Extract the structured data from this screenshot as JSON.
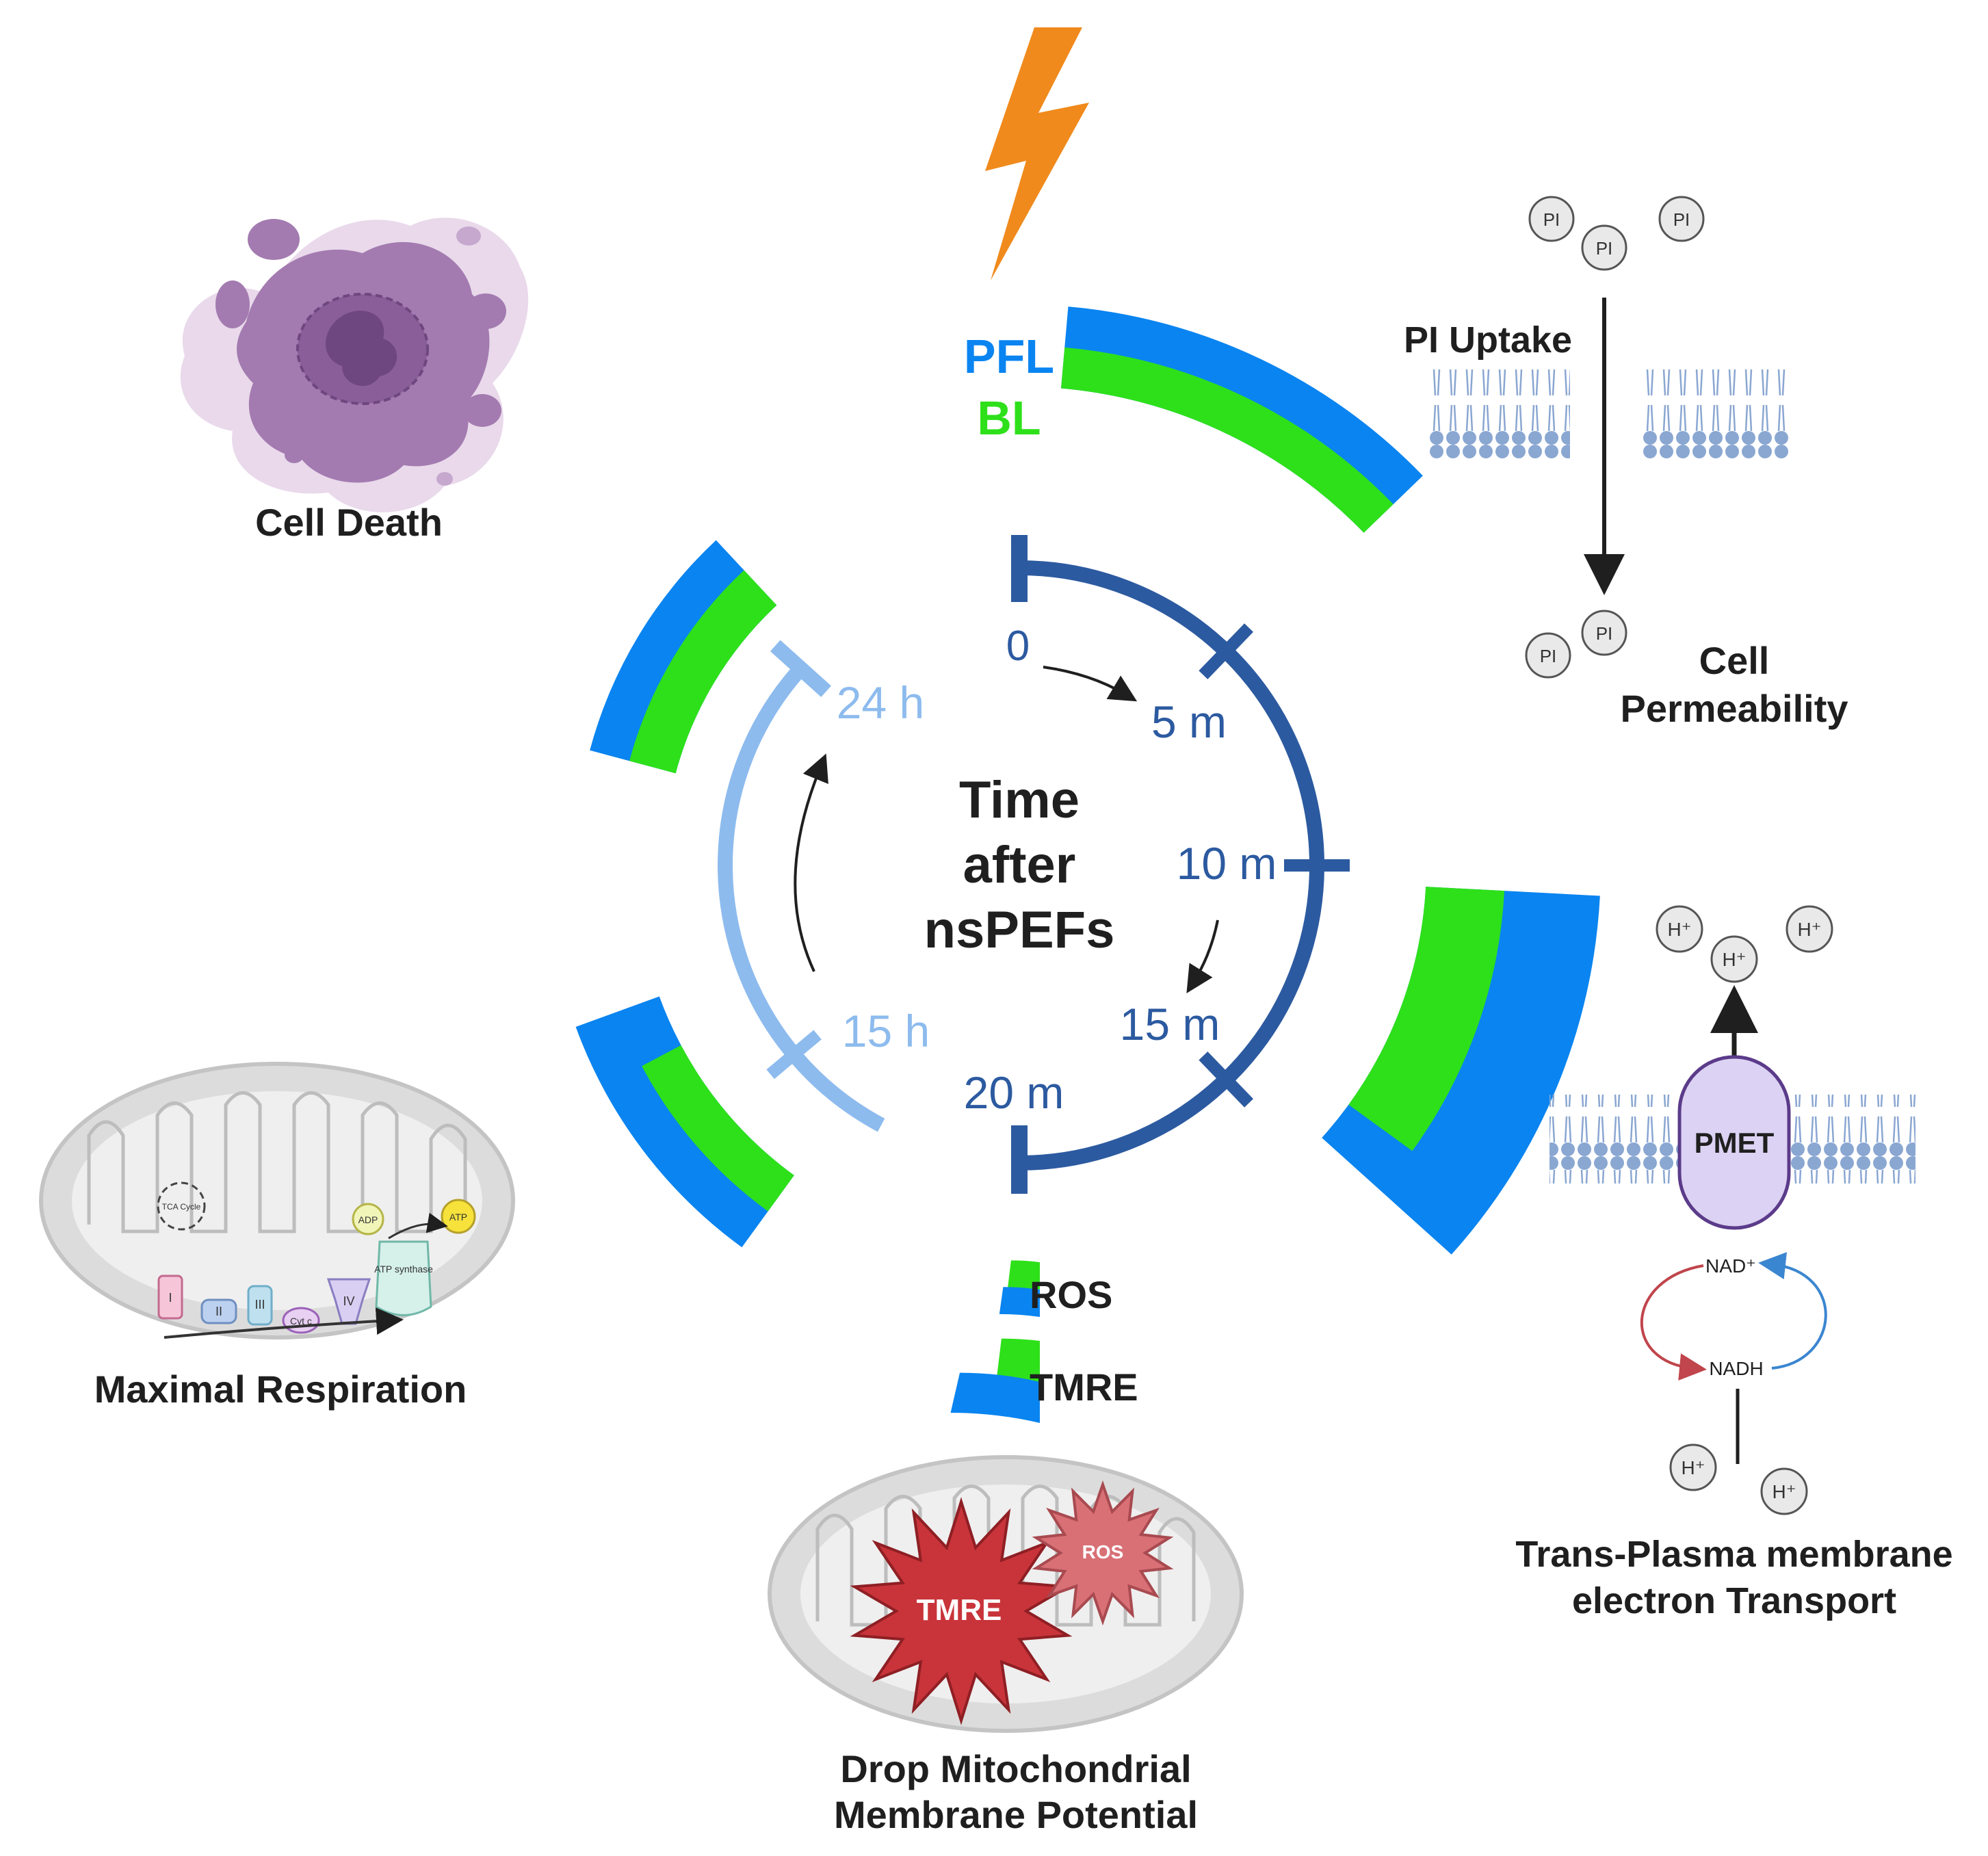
{
  "center": {
    "line1": "Time",
    "line2": "after",
    "line3": "nsPEFs"
  },
  "legend": {
    "pfl": "PFL",
    "bl": "BL"
  },
  "timeline": {
    "dark_ticks": [
      "0",
      "5 m",
      "10 m",
      "15 m",
      "20 m"
    ],
    "light_ticks": [
      "15 h",
      "24 h"
    ]
  },
  "panels": {
    "cell_death": "Cell Death",
    "pi_uptake": "PI Uptake",
    "pi_label": "PI",
    "cell_permeability_1": "Cell",
    "cell_permeability_2": "Permeability",
    "pmet": "PMET",
    "nad": "NAD⁺",
    "nadh": "NADH",
    "h_plus": "H⁺",
    "tpmet_1": "Trans-Plasma membrane",
    "tpmet_2": "electron Transport",
    "maximal_respiration": "Maximal Respiration",
    "tca_cycle": "TCA Cycle",
    "atp_synthase": "ATP synthase",
    "adp": "ADP",
    "atp": "ATP",
    "complex_i": "I",
    "complex_ii": "II",
    "complex_iii": "III",
    "complex_iv": "IV",
    "cyt_c": "Cyt c",
    "ros": "ROS",
    "tmre": "TMRE",
    "star_tmre": "TMRE",
    "star_ros": "ROS",
    "drop_mmp_1": "Drop Mitochondrial",
    "drop_mmp_2": "Membrane Potential"
  },
  "colors": {
    "pfl": "#0a84f0",
    "bl": "#2ee01a",
    "timeline_dark": "#2c5aa0",
    "timeline_light": "#8dbbee",
    "lightning": "#f08a1c",
    "cell_death": "#a37bb0",
    "membrane": "#6f8fc0",
    "star": "#c8343a"
  }
}
